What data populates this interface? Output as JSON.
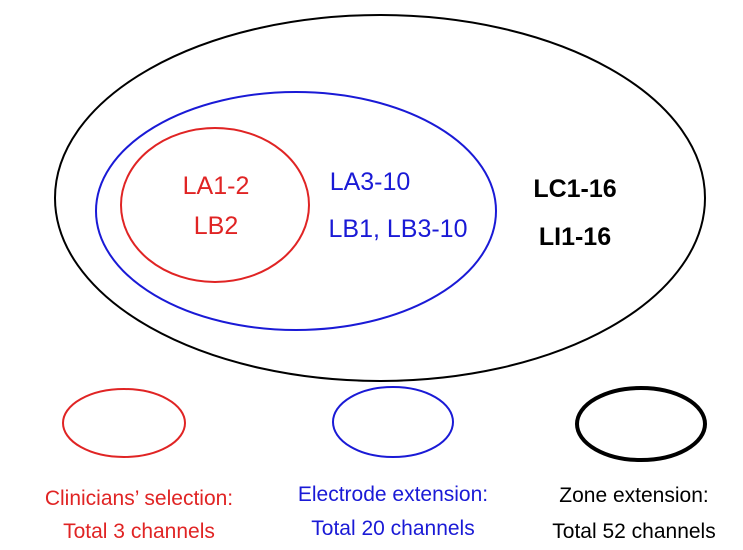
{
  "colors": {
    "red": "#e02424",
    "blue": "#1a1ad6",
    "black": "#000000"
  },
  "diagram": {
    "inner_labels": {
      "red_line1": "LA1-2",
      "red_line2": "LB2",
      "blue_line1": "LA3-10",
      "blue_line2": "LB1, LB3-10",
      "black_line1": "LC1-16",
      "black_line2": "LI1-16"
    },
    "legend": [
      {
        "key": "red",
        "line1": "Clinicians’ selection:",
        "line2": "Total 3 channels"
      },
      {
        "key": "blue",
        "line1": "Electrode extension:",
        "line2": "Total 20 channels"
      },
      {
        "key": "black",
        "line1": "Zone extension:",
        "line2": "Total 52 channels"
      }
    ]
  }
}
